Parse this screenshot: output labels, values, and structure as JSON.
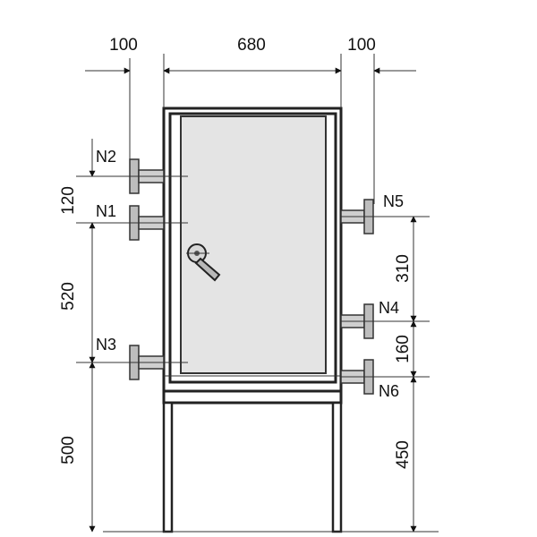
{
  "dimensions": {
    "left_offset": "100",
    "width": "680",
    "right_offset": "100",
    "n2_n1": "120",
    "n1_n3": "520",
    "n3_floor": "500",
    "n5_n4": "310",
    "n4_n6": "160",
    "n6_floor": "450"
  },
  "nozzles": {
    "n1": "N1",
    "n2": "N2",
    "n3": "N3",
    "n4": "N4",
    "n5": "N5",
    "n6": "N6"
  },
  "colors": {
    "line": "#222222",
    "fill": "#e4e4e4"
  }
}
